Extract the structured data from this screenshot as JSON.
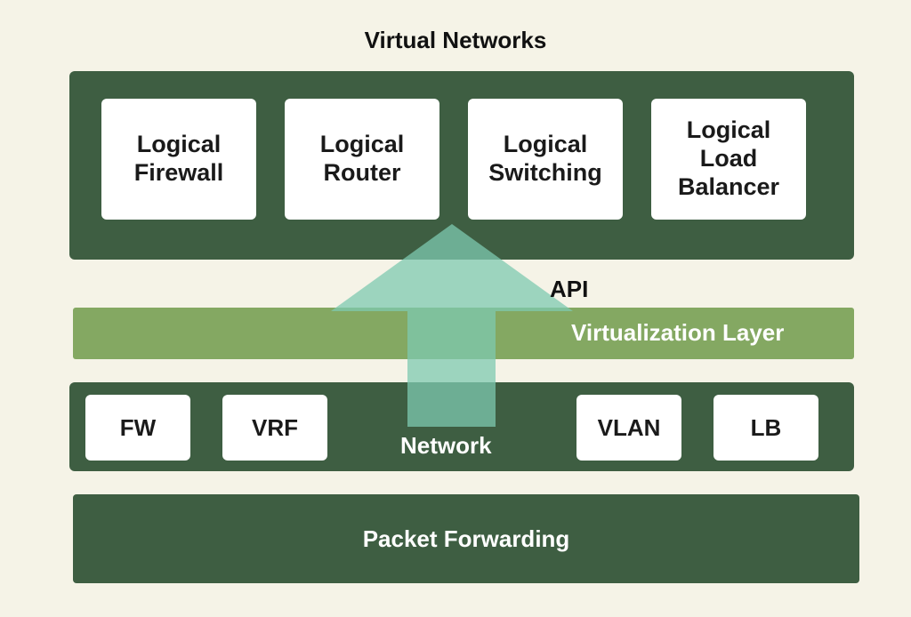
{
  "title": "Virtual Networks",
  "virtual_networks": {
    "items": [
      {
        "label": "Logical\nFirewall"
      },
      {
        "label": "Logical\nRouter"
      },
      {
        "label": "Logical\nSwitching"
      },
      {
        "label": "Logical\nLoad\nBalancer"
      }
    ]
  },
  "api_label": "API",
  "virtualization_layer": "Virtualization Layer",
  "network": {
    "label": "Network",
    "items": [
      {
        "label": "FW"
      },
      {
        "label": "VRF"
      },
      {
        "label": "VLAN"
      },
      {
        "label": "LB"
      }
    ]
  },
  "packet_forwarding": "Packet Forwarding",
  "colors": {
    "background": "#f5f3e7",
    "panel": "#3e5e42",
    "virtualization_bar": "#84a862",
    "arrow": "#7ec9b0"
  }
}
